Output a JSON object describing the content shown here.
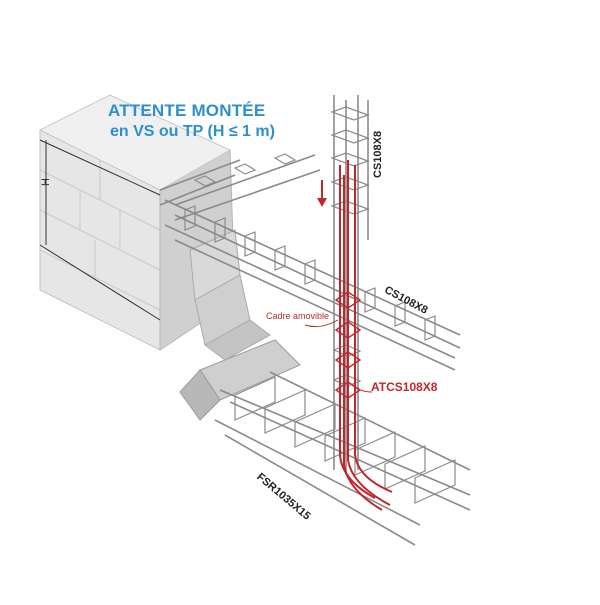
{
  "title": {
    "line1": "ATTENTE MONTÉE",
    "line2": "en VS ou TP (H ≤ 1 m)"
  },
  "labels": {
    "vertical_column": "CS108X8",
    "horizontal_chain": "CS108X8",
    "removable_frame": "Cadre amovible",
    "starter_bars": "ATCS108X8",
    "footing": "FSR1035X15",
    "height": "H"
  },
  "colors": {
    "title": "#2e8fd0",
    "starter_bars": "#c0272d",
    "rebar": "#8a8a8a",
    "block": "#d6d6d6"
  }
}
